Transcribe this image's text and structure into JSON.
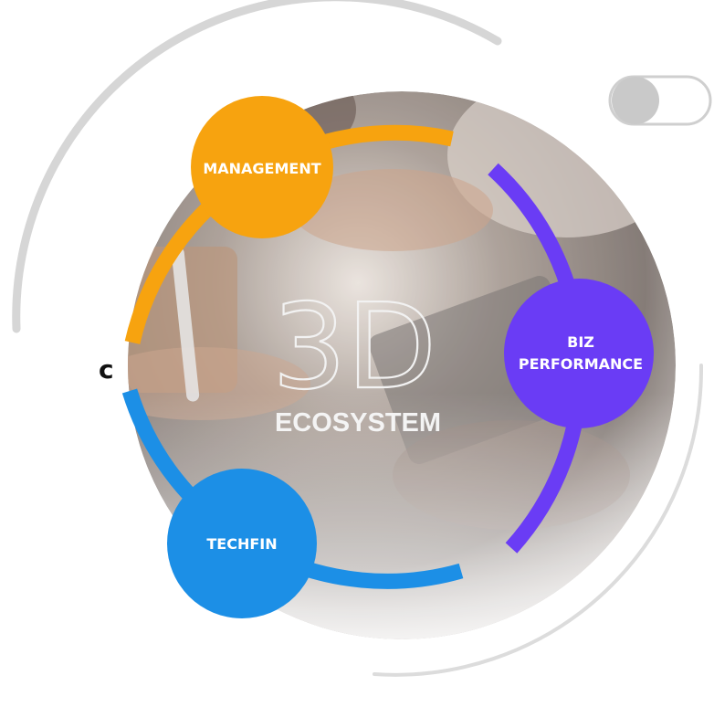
{
  "diagram": {
    "center_title": "3D",
    "center_subtitle": "ECOSYSTEM",
    "nodes": [
      {
        "id": "management",
        "lines": [
          "MANAGEMENT"
        ],
        "color": "#F7A30F"
      },
      {
        "id": "biz-performance",
        "lines": [
          "BIZ",
          "PERFORMANCE"
        ],
        "color": "#6A3CF5"
      },
      {
        "id": "techfin",
        "lines": [
          "TECHFIN"
        ],
        "color": "#1C8FE6"
      }
    ],
    "toggle": {
      "state": "off"
    },
    "left_edge_fragment": "c"
  },
  "colors": {
    "management": "#F7A30F",
    "biz_performance": "#6A3CF5",
    "techfin": "#1C8FE6",
    "outer_ring": "#D9D9D9",
    "photo_bg": "#8E8580"
  }
}
